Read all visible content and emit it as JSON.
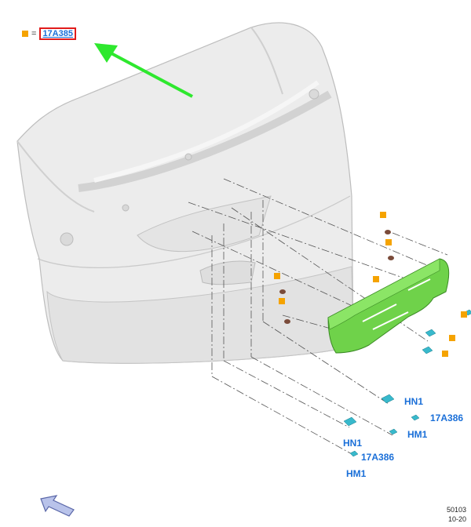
{
  "legend": {
    "symbol": "orange-square-icon",
    "equals": "=",
    "part_ref": "17A385"
  },
  "callouts": {
    "hn1_a": "HN1",
    "p17a386_a": "17A386",
    "hm1_a": "HM1",
    "hn1_b": "HN1",
    "p17a386_b": "17A386",
    "hm1_b": "HM1"
  },
  "figure_id": {
    "line1": "50103",
    "line2": "10-20"
  },
  "colors": {
    "bracket": "#6fd24a",
    "callout": "#1a6fd8",
    "marker": "#f5a300",
    "pointer_arrow": "#2ee82e",
    "outline": "#e01b1b"
  },
  "icons": {
    "pointer": "green-arrow-icon",
    "nav": "back-arrow-icon"
  }
}
